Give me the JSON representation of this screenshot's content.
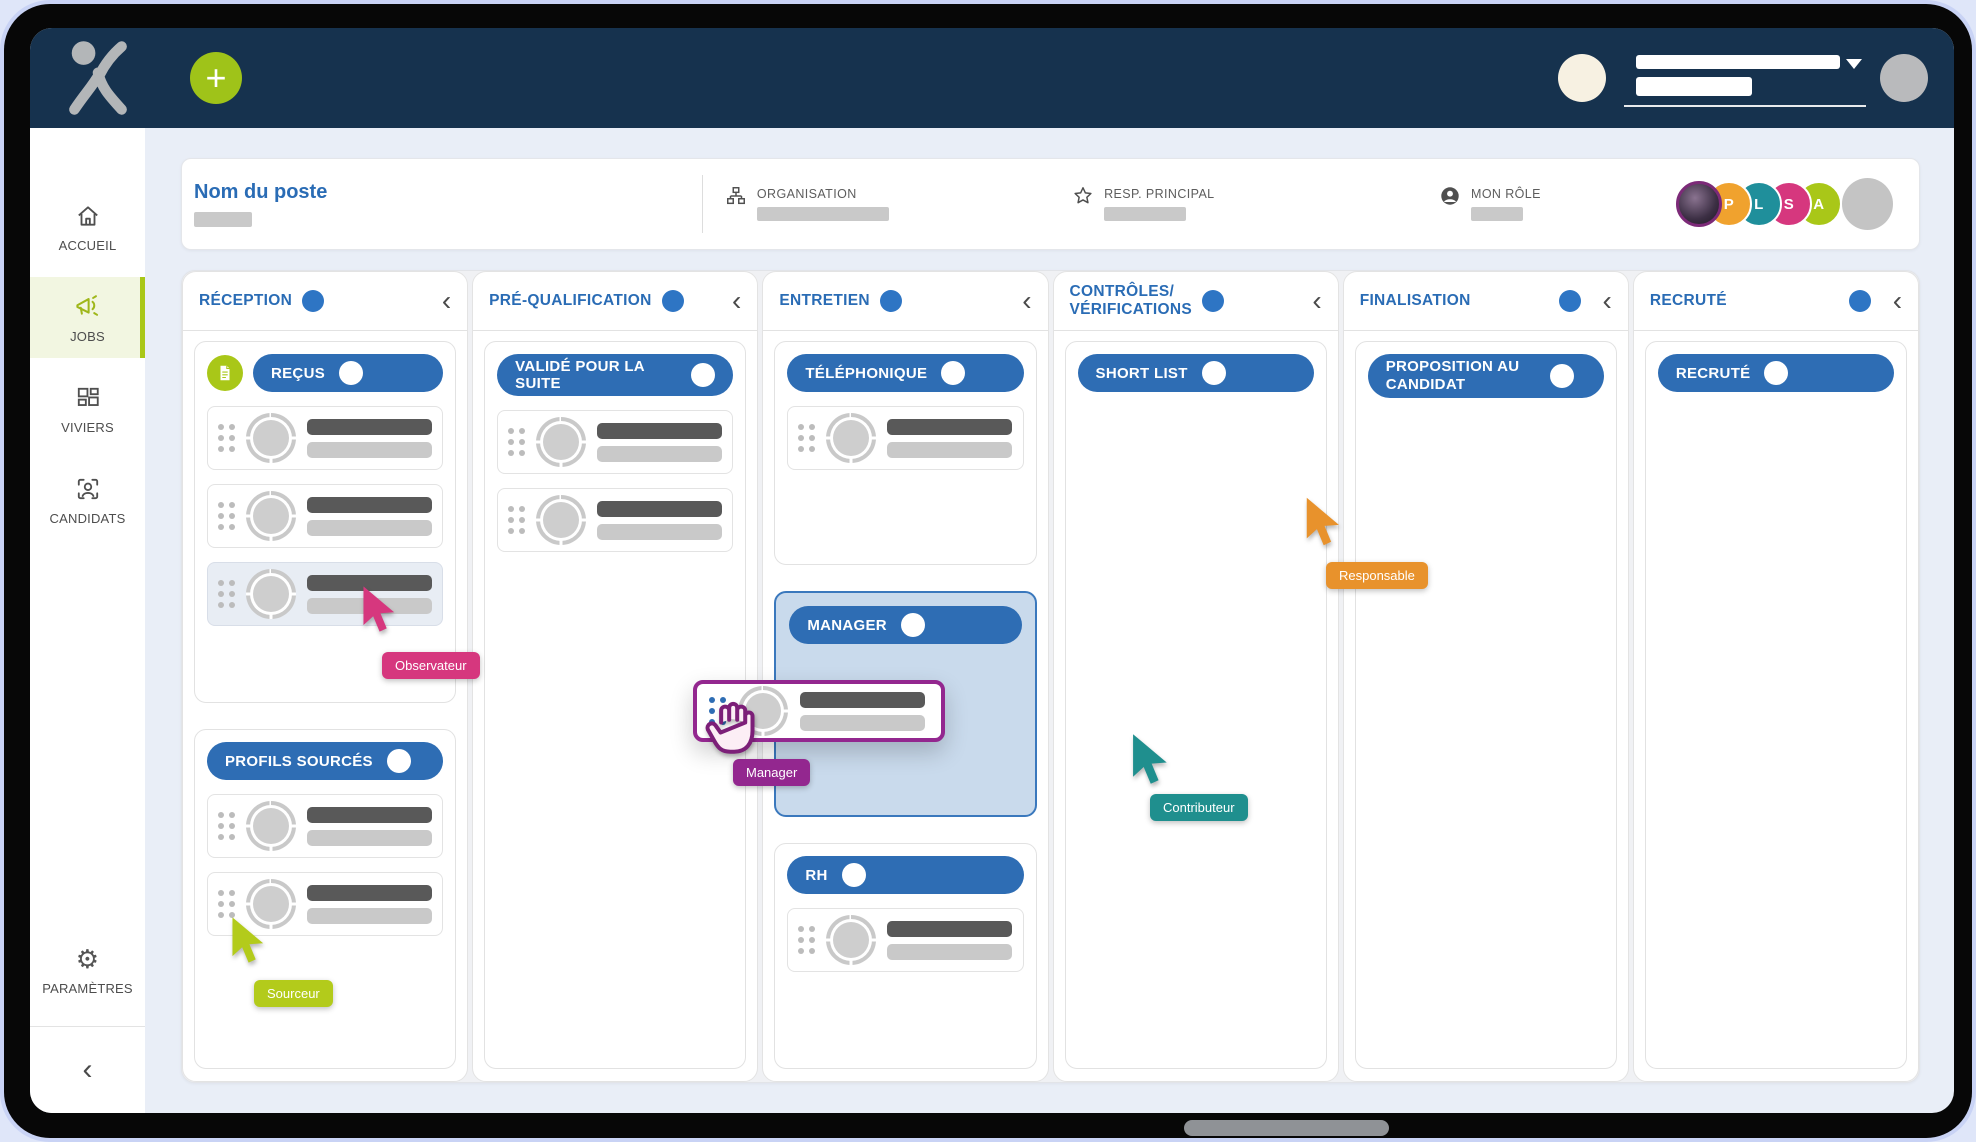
{
  "icons": {
    "chevron_left": "‹",
    "gear": "⚙",
    "plus": "+"
  },
  "navbar": {
    "bg_color": "#16324e",
    "accent_green": "#9fc319"
  },
  "sidebar": {
    "items": [
      {
        "id": "accueil",
        "label": "ACCUEIL",
        "active": false
      },
      {
        "id": "jobs",
        "label": "JOBS",
        "active": true
      },
      {
        "id": "viviers",
        "label": "VIVIERS",
        "active": false
      },
      {
        "id": "candidats",
        "label": "CANDIDATS",
        "active": false
      }
    ],
    "settings_label": "PARAMÈTRES",
    "active_color": "#a9c718"
  },
  "job_header": {
    "title": "Nom du poste",
    "organisation_label": "ORGANISATION",
    "resp_label": "RESP. PRINCIPAL",
    "role_label": "MON RÔLE",
    "avatars": [
      {
        "type": "photo",
        "initial": ""
      },
      {
        "initial": "P",
        "color": "#f0a22e"
      },
      {
        "initial": "L",
        "color": "#1f8f9b"
      },
      {
        "initial": "S",
        "color": "#d6377e"
      },
      {
        "initial": "A",
        "color": "#a9c718"
      }
    ]
  },
  "board": {
    "columns": [
      {
        "title": "RÉCEPTION",
        "groups": [
          {
            "label": "REÇUS"
          },
          {
            "label": "PROFILS SOURCÉS"
          }
        ]
      },
      {
        "title": "PRÉ-QUALIFICATION",
        "groups": [
          {
            "label": "VALIDÉ POUR LA SUITE"
          }
        ]
      },
      {
        "title": "ENTRETIEN",
        "groups": [
          {
            "label": "TÉLÉPHONIQUE"
          },
          {
            "label": "MANAGER"
          },
          {
            "label": "RH"
          }
        ]
      },
      {
        "title": "CONTRÔLES/",
        "title2": "VÉRIFICATIONS",
        "groups": [
          {
            "label": "SHORT LIST"
          }
        ]
      },
      {
        "title": "FINALISATION",
        "groups": [
          {
            "label": "PROPOSITION AU CANDIDAT"
          }
        ]
      },
      {
        "title": "RECRUTÉ",
        "groups": [
          {
            "label": "RECRUTÉ"
          }
        ]
      }
    ],
    "pill_color": "#2e6db4",
    "title_color": "#2a6cb5"
  },
  "cursors": {
    "observateur": {
      "label": "Observateur",
      "color": "#d6377e"
    },
    "sourceur": {
      "label": "Sourceur",
      "color": "#b3cb1b"
    },
    "manager": {
      "label": "Manager",
      "color": "#93278f"
    },
    "responsable": {
      "label": "Responsable",
      "color": "#e8922c"
    },
    "contributeur": {
      "label": "Contributeur",
      "color": "#1f8f8e"
    }
  }
}
